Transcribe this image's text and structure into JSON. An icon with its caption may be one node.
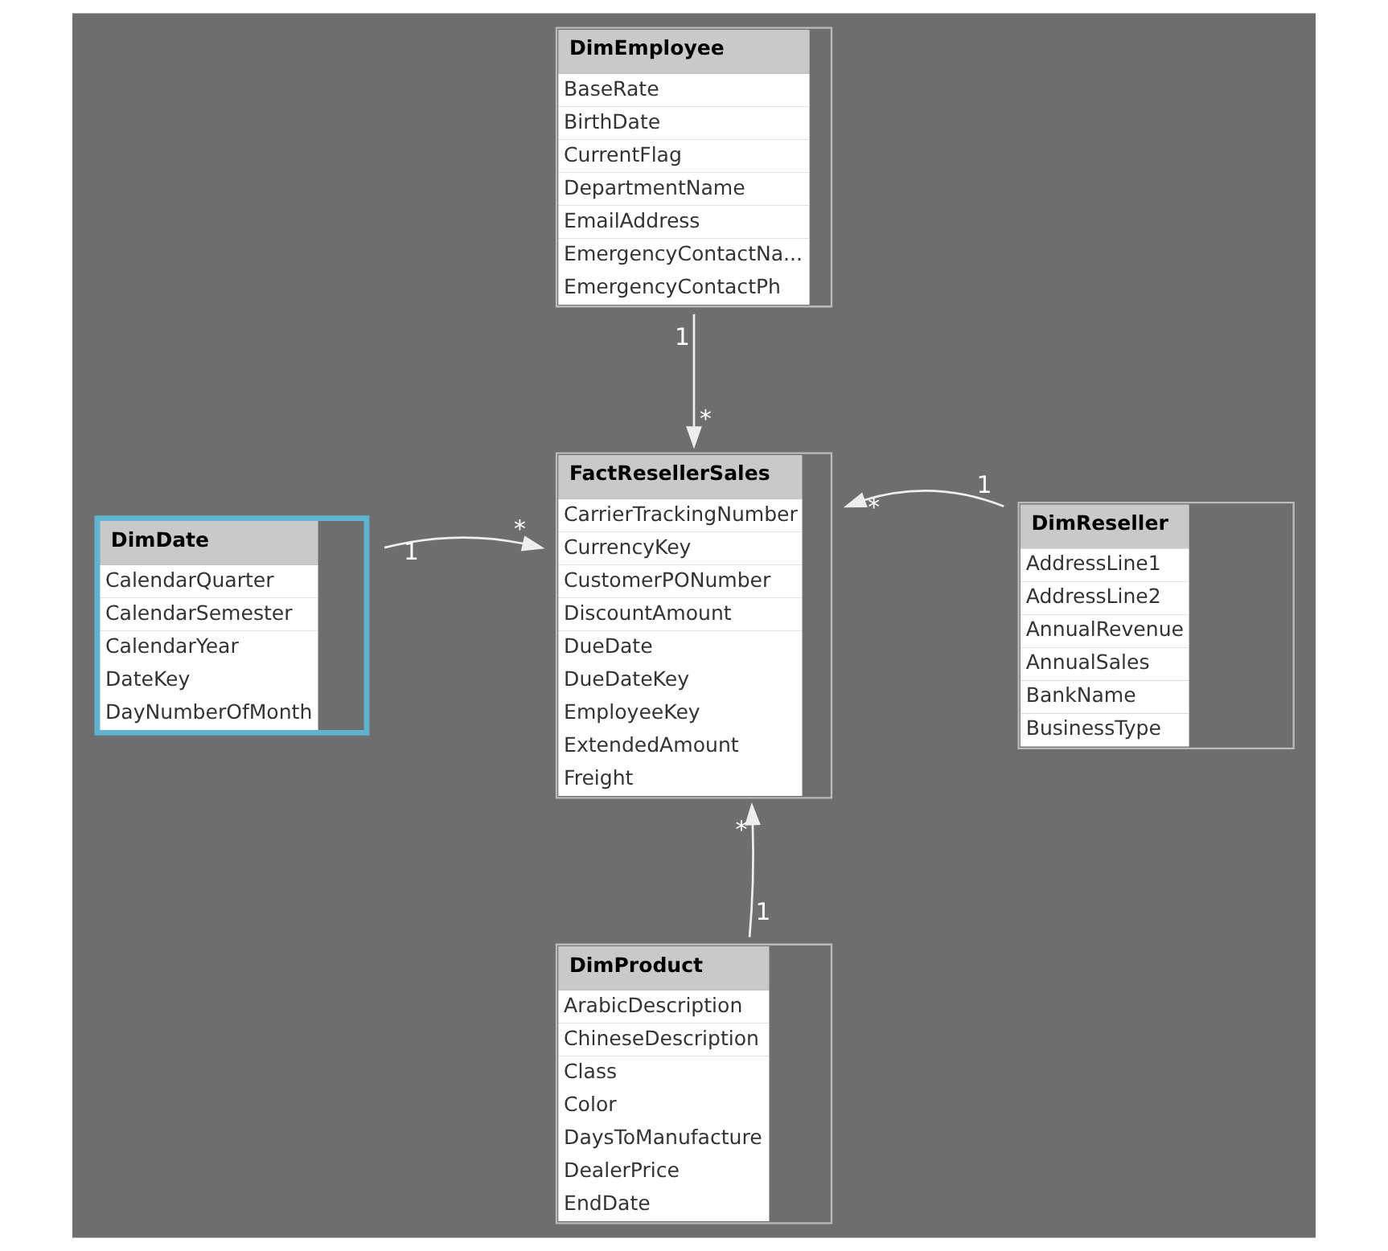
{
  "diagram": {
    "nodes": [
      {
        "text": [
          "DimEmployee",
          "BaseRate",
          "BirthDate",
          "CurrentFlag",
          "DepartmentName",
          "EmailAddress",
          "EmergencyContactNa...",
          "EmergencyContactPh"
        ]
      },
      {
        "text": [
          "DimDate",
          "CalendarQuarter",
          "CalendarSemester",
          "CalendarYear",
          "DateKey",
          "DayNumberOfMonth"
        ]
      },
      {
        "text": [
          "FactResellerSales",
          "CarrierTrackingNumber",
          "CurrencyKey",
          "CustomerPONumber",
          "DiscountAmount",
          "DueDate",
          "DueDateKey",
          "EmployeeKey",
          "ExtendedAmount",
          "Freight"
        ]
      },
      {
        "text": [
          "DimReseller",
          "AddressLine1",
          "AddressLine2",
          "AnnualRevenue",
          "AnnualSales",
          "BankName",
          "BusinessType"
        ]
      },
      {
        "text": [
          "DimProduct",
          "ArabicDescription",
          "ChineseDescription",
          "Class",
          "Color",
          "DaysToManufacture",
          "DealerPrice",
          "EndDate"
        ]
      }
    ],
    "edges": [
      {
        "from": 0,
        "to": 2,
        "arrow": "to"
      },
      {
        "from": 1,
        "to": 2,
        "arrow": "to"
      },
      {
        "from": 3,
        "to": 2,
        "arrow": "to"
      },
      {
        "from": 4,
        "to": 2,
        "arrow": "to"
      }
    ],
    "labels": [
      "1",
      "*",
      "1",
      "*",
      "1",
      "*",
      "1",
      "*"
    ]
  }
}
